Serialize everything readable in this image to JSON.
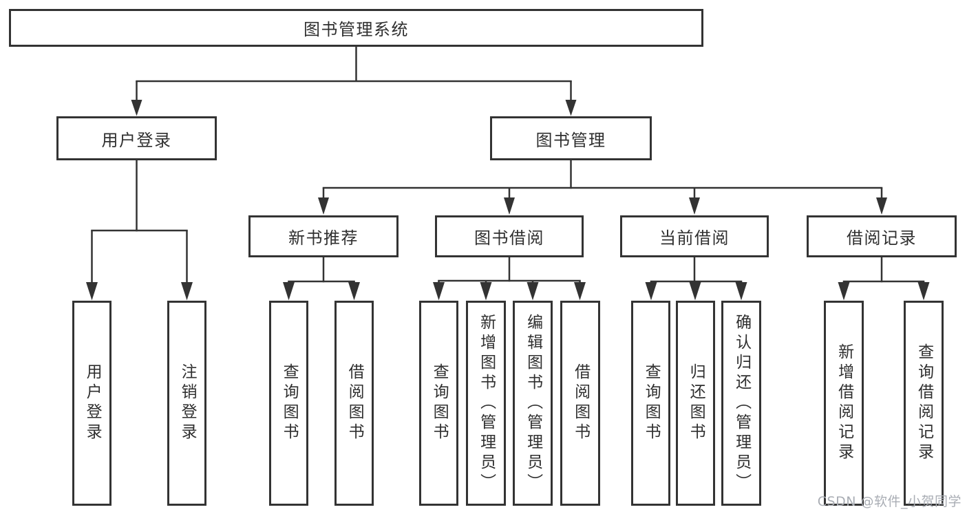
{
  "diagram": {
    "root": {
      "label": "图书管理系统"
    },
    "level2": [
      {
        "label": "用户登录"
      },
      {
        "label": "图书管理"
      }
    ],
    "level3": [
      {
        "label": "新书推荐"
      },
      {
        "label": "图书借阅"
      },
      {
        "label": "当前借阅"
      },
      {
        "label": "借阅记录"
      }
    ],
    "leaves": {
      "user_login": [
        {
          "label": "用户登录"
        },
        {
          "label": "注销登录"
        }
      ],
      "new_book": [
        {
          "label": "查询图书"
        },
        {
          "label": "借阅图书"
        }
      ],
      "book_borrow": [
        {
          "label": "查询图书"
        },
        {
          "label": "新增图书（管理员）"
        },
        {
          "label": "编辑图书（管理员）"
        },
        {
          "label": "借阅图书"
        }
      ],
      "current_borrow": [
        {
          "label": "查询图书"
        },
        {
          "label": "归还图书"
        },
        {
          "label": "确认归还（管理员）"
        }
      ],
      "borrow_records": [
        {
          "label": "新增借阅记录"
        },
        {
          "label": "查询借阅记录"
        }
      ]
    },
    "watermark": "CSDN @软件_小贺同学",
    "colors": {
      "line": "#333333",
      "text": "#2f2f2f",
      "watermark": "#a9adb4",
      "background": "#ffffff"
    }
  }
}
